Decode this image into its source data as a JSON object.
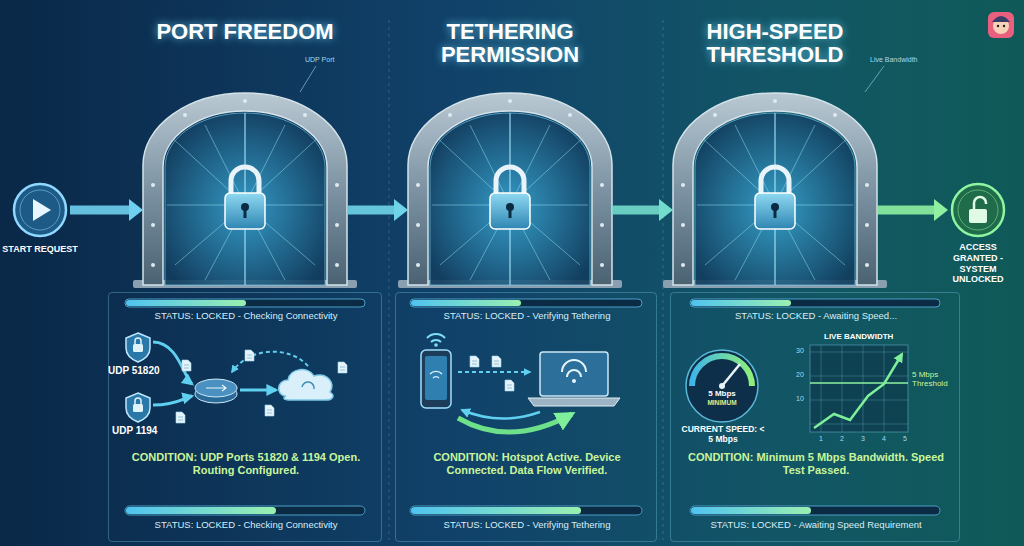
{
  "diagram": {
    "nodes": [
      {
        "text": [
          "START REQUEST"
        ]
      },
      {
        "text": [
          "PORT FREEDOM"
        ]
      },
      {
        "text": [
          "TETHERING PERMISSION"
        ]
      },
      {
        "text": [
          "HIGH-SPEED THRESHOLD"
        ]
      },
      {
        "text": [
          "ACCESS GRANTED - SYSTEM UNLOCKED"
        ]
      },
      {
        "text": [
          "STATUS: LOCKED - Checking Connectivity",
          "CONDITION: UDP Ports 51820 & 1194 Open. Routing Configured.",
          "STATUS: LOCKED - Checking Connectivity"
        ]
      },
      {
        "text": [
          "STATUS: LOCKED - Verifying Tethering",
          "CONDITION: Hotspot Active. Device Connected. Data Flow Verified.",
          "STATUS: LOCKED - Verifying Tethering"
        ]
      },
      {
        "text": [
          "STATUS: LOCKED - Awaiting Speed...",
          "CONDITION: Minimum 5 Mbps Bandwidth. Speed Test Passed.",
          "STATUS: LOCKED - Awaiting Speed Requirement"
        ]
      }
    ],
    "edges": [
      {
        "from": 0,
        "to": 1,
        "arrow": "to"
      },
      {
        "from": 1,
        "to": 2,
        "arrow": "to"
      },
      {
        "from": 2,
        "to": 3,
        "arrow": "to"
      },
      {
        "from": 3,
        "to": 4,
        "arrow": "to"
      }
    ],
    "labels": [
      "UDP Port",
      "Live Bandwidth",
      "UDP 51820",
      "UDP 1194",
      "5 Mbps",
      "MINIMUM",
      "CURRENT SPEED: < 5 Mbps",
      "LIVE BANDWIDTH",
      "5 Mbps Threshold",
      "30",
      "20",
      "10",
      "1",
      "2",
      "3",
      "4",
      "5"
    ]
  }
}
